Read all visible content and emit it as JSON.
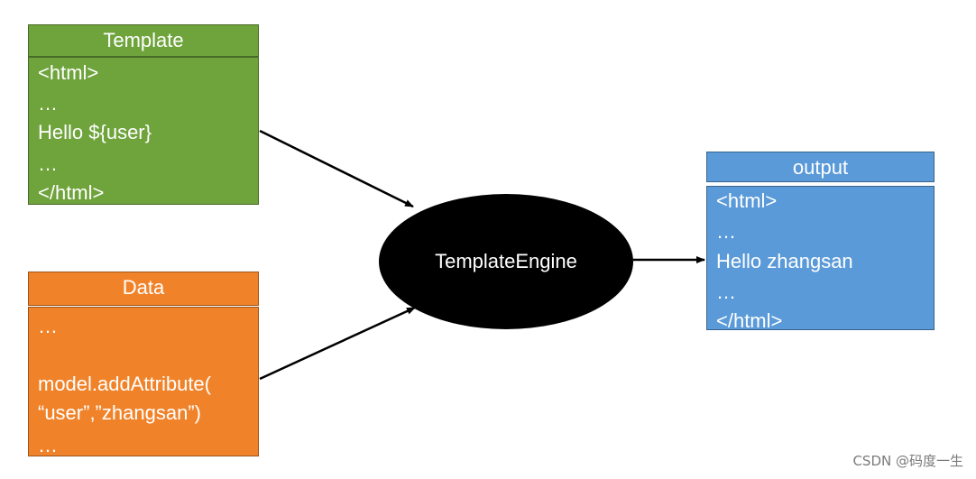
{
  "colors": {
    "template": "#6fa33c",
    "data": "#f0832a",
    "output": "#5a9ad8",
    "engine": "#000000"
  },
  "template": {
    "title": "Template",
    "lines": [
      "<html>",
      "…",
      "Hello ${user}",
      "…",
      "</html>"
    ]
  },
  "data": {
    "title": "Data",
    "lines": [
      "…",
      "",
      "model.addAttribute(",
      "“user”,”zhangsan”)",
      "…"
    ]
  },
  "engine": {
    "label": "TemplateEngine"
  },
  "output": {
    "title": "output",
    "lines": [
      "<html>",
      "…",
      "Hello zhangsan",
      "…",
      "</html>"
    ]
  },
  "watermark": "CSDN @码度一生"
}
